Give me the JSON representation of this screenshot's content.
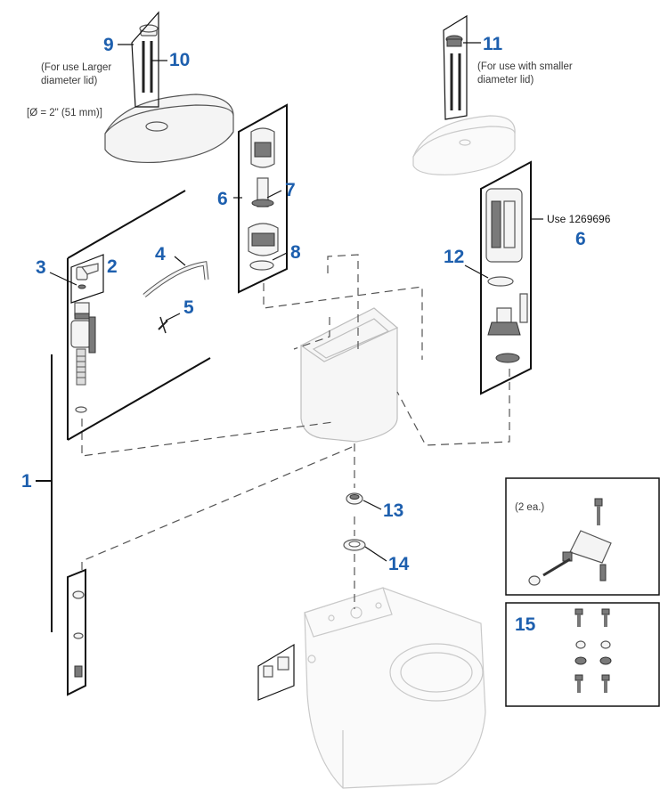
{
  "callouts": {
    "c1": "1",
    "c2": "2",
    "c3": "3",
    "c4": "4",
    "c5": "5",
    "c6a": "6",
    "c6b": "6",
    "c7": "7",
    "c8": "8",
    "c9": "9",
    "c10": "10",
    "c11": "11",
    "c12": "12",
    "c13": "13",
    "c14": "14",
    "c15": "15"
  },
  "notes": {
    "larger_lid_1": "(For use Larger",
    "larger_lid_2": "diameter lid)",
    "diameter": "[Ø = 2\" (51 mm)]",
    "smaller_lid_1": "(For use with smaller",
    "smaller_lid_2": "diameter lid)",
    "use_part": "Use 1269696",
    "two_each": "(2 ea.)"
  },
  "colors": {
    "callout_blue": "#1d5fae",
    "line_dark": "#111111",
    "ghost_part": "#c9c9c9"
  }
}
